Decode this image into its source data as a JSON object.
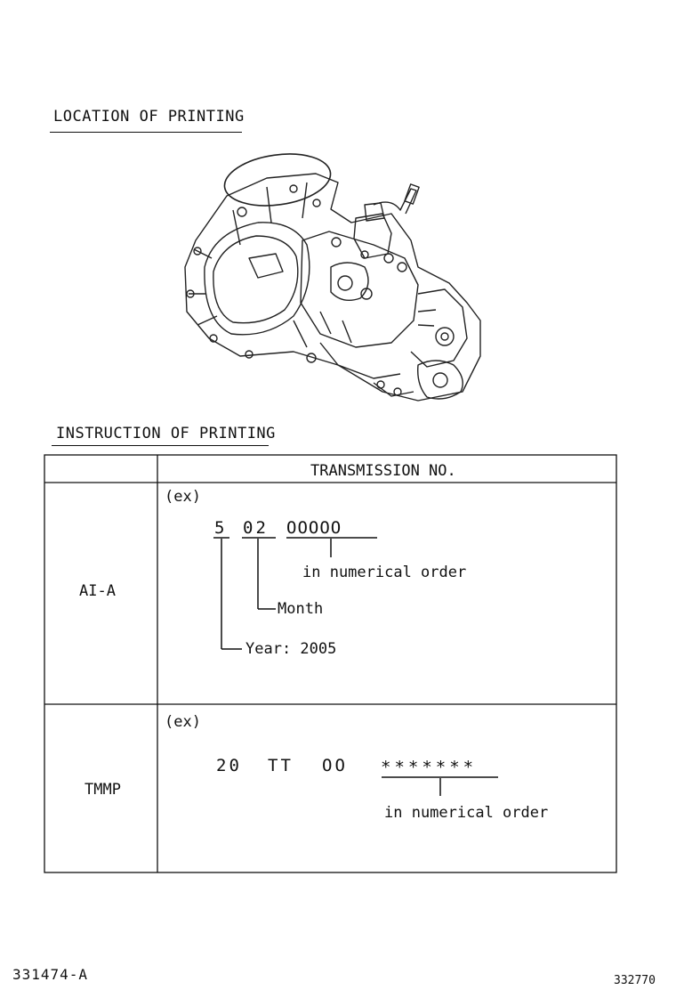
{
  "location_heading": "LOCATION OF PRINTING",
  "instruction_heading": "INSTRUCTION OF PRINTING",
  "table": {
    "header": "TRANSMISSION NO.",
    "rows": [
      {
        "label": "AI-A",
        "ex": "(ex)",
        "code": [
          "5",
          "02",
          "OOOOO"
        ],
        "annotations": {
          "serial": "in numerical order",
          "month": "Month",
          "year": "Year: 2005"
        }
      },
      {
        "label": "TMMP",
        "ex": "(ex)",
        "code": [
          "20",
          "TT",
          "OO",
          "*******"
        ],
        "annotations": {
          "serial": "in numerical order"
        }
      }
    ]
  },
  "footer": {
    "left_code": "331474-A",
    "right_code": "332770"
  },
  "icons": [
    "transmission-illustration"
  ]
}
